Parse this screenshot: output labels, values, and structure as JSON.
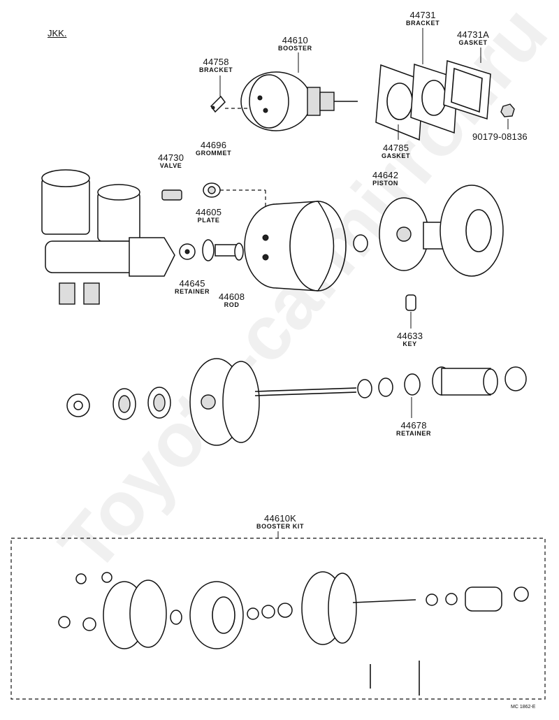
{
  "header": {
    "code": "JKK."
  },
  "footer": {
    "ref": "MC 1862-E"
  },
  "watermark": "Toyota-carmirror.ru",
  "parts": {
    "p44610": {
      "number": "44610",
      "name": "BOOSTER"
    },
    "p44758": {
      "number": "44758",
      "name": "BRACKET"
    },
    "p44731": {
      "number": "44731",
      "name": "BRACKET"
    },
    "p44731a": {
      "number": "44731A",
      "name": "GASKET"
    },
    "p44785": {
      "number": "44785",
      "name": "GASKET"
    },
    "p90179": {
      "number": "90179-08136"
    },
    "p44730": {
      "number": "44730",
      "name": "VALVE"
    },
    "p44696": {
      "number": "44696",
      "name": "GROMMET"
    },
    "p44642": {
      "number": "44642",
      "name": "PISTON"
    },
    "p44605": {
      "number": "44605",
      "name": "PLATE"
    },
    "p44645": {
      "number": "44645",
      "name": "RETAINER"
    },
    "p44608": {
      "number": "44608",
      "name": "ROD"
    },
    "p44633": {
      "number": "44633",
      "name": "KEY"
    },
    "p44678": {
      "number": "44678",
      "name": "RETAINER"
    },
    "p44610k": {
      "number": "44610K",
      "name": "BOOSTER KIT"
    }
  },
  "colors": {
    "ink": "#111111",
    "paper": "#ffffff",
    "watermark": "#000000"
  }
}
